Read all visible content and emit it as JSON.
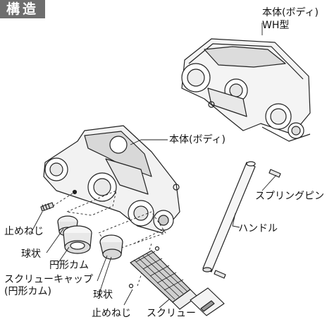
{
  "header": {
    "title": "構造"
  },
  "labels": {
    "body_wh_line1": "本体(ボディ)",
    "body_wh_line2": "WH型",
    "body": "本体(ボディ)",
    "spring_pin": "スプリングピン",
    "handle": "ハンドル",
    "set_screw_left": "止めねじ",
    "ball_left": "球状",
    "circular_cam": "円形カム",
    "screw_cap_line1": "スクリューキャップ",
    "screw_cap_line2": "(円形カム)",
    "ball_right": "球状",
    "set_screw_bottom": "止めねじ",
    "screw": "スクリュー"
  }
}
